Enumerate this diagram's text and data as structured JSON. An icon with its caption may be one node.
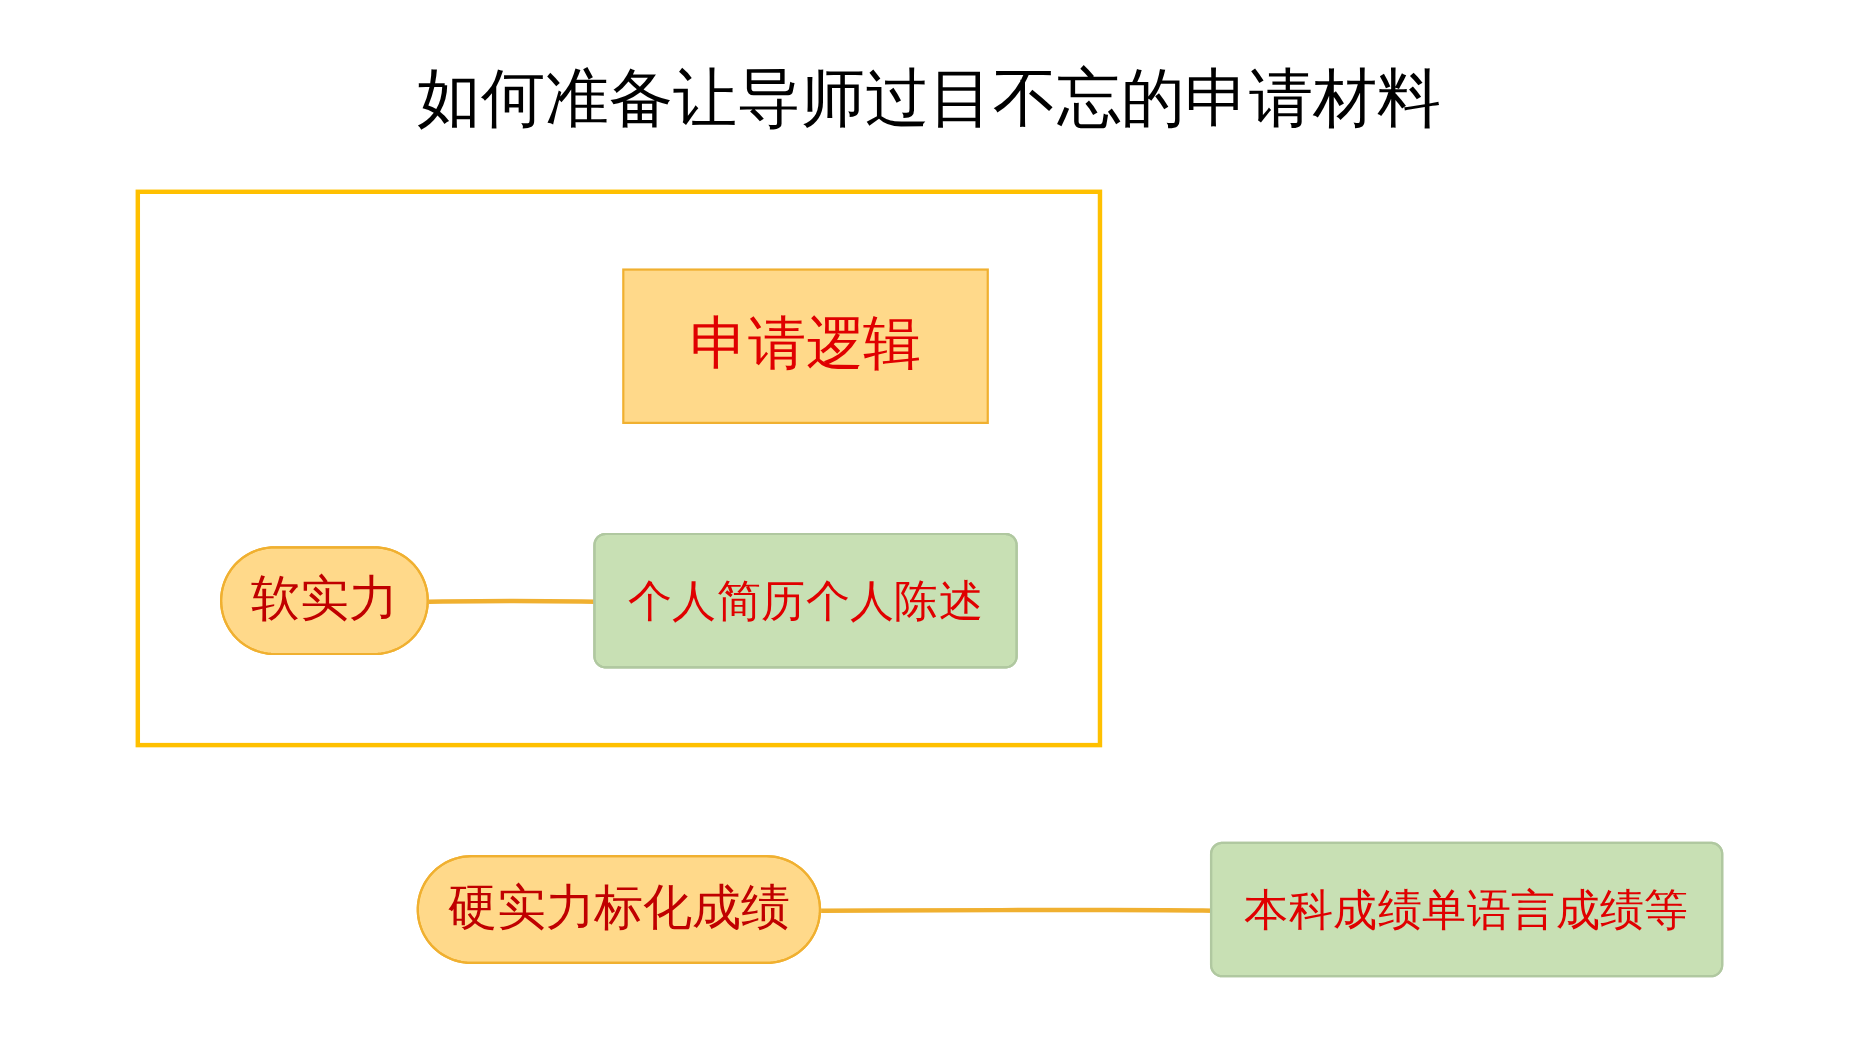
{
  "diagram": {
    "title": "如何准备让导师过目不忘的申请材料",
    "nodes": [
      {
        "text": [],
        "shape": "box"
      },
      {
        "text": [
          "申请逻辑"
        ],
        "in": 0
      },
      {
        "text": [
          "个人简历个人陈述"
        ],
        "in": 0
      },
      {
        "text": [
          "软实力"
        ],
        "in": 0
      },
      {
        "text": [
          "本科成绩单语言成绩等"
        ]
      },
      {
        "text": [
          "硬实力标化成绩"
        ]
      }
    ],
    "edges": [
      {
        "from": 3,
        "to": 2,
        "arrow": "none"
      },
      {
        "from": 5,
        "to": 4,
        "arrow": "none"
      }
    ]
  }
}
